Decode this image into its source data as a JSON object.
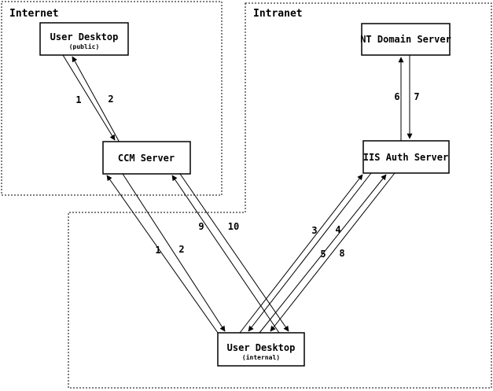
{
  "diagram": {
    "zones": [
      {
        "id": "internet",
        "label": "Internet"
      },
      {
        "id": "intranet",
        "label": "Intranet"
      }
    ],
    "nodes": [
      {
        "id": "user-desktop-public",
        "label": "User Desktop",
        "sublabel": "(public)",
        "zone": "internet"
      },
      {
        "id": "ccm-server",
        "label": "CCM Server",
        "sublabel": "",
        "zone": "internet"
      },
      {
        "id": "nt-domain-server",
        "label": "NT Domain Server",
        "sublabel": "",
        "zone": "intranet"
      },
      {
        "id": "iis-auth-server",
        "label": "IIS Auth Server",
        "sublabel": "",
        "zone": "intranet"
      },
      {
        "id": "user-desktop-internal",
        "label": "User Desktop",
        "sublabel": "(internal)",
        "zone": "intranet"
      }
    ],
    "edges": [
      {
        "label": "1",
        "from": "user-desktop-public",
        "to": "ccm-server"
      },
      {
        "label": "2",
        "from": "ccm-server",
        "to": "user-desktop-public"
      },
      {
        "label": "1",
        "from": "user-desktop-internal",
        "to": "ccm-server"
      },
      {
        "label": "2",
        "from": "ccm-server",
        "to": "user-desktop-internal"
      },
      {
        "label": "9",
        "from": "user-desktop-internal",
        "to": "ccm-server"
      },
      {
        "label": "10",
        "from": "ccm-server",
        "to": "user-desktop-internal"
      },
      {
        "label": "3",
        "from": "user-desktop-internal",
        "to": "iis-auth-server"
      },
      {
        "label": "4",
        "from": "iis-auth-server",
        "to": "user-desktop-internal"
      },
      {
        "label": "5",
        "from": "user-desktop-internal",
        "to": "iis-auth-server"
      },
      {
        "label": "8",
        "from": "iis-auth-server",
        "to": "user-desktop-internal"
      },
      {
        "label": "6",
        "from": "iis-auth-server",
        "to": "nt-domain-server"
      },
      {
        "label": "7",
        "from": "nt-domain-server",
        "to": "iis-auth-server"
      }
    ],
    "colors": {
      "line": "#000000",
      "background": "#ffffff",
      "node_fill": "#ffffff"
    }
  }
}
